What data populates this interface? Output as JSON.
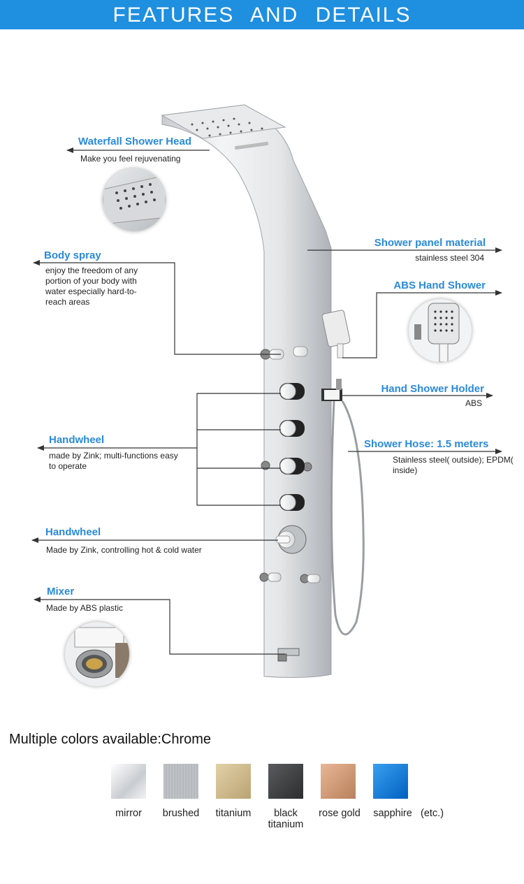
{
  "banner": {
    "title": "FEATURES AND DETAILS"
  },
  "callouts": {
    "waterfall": {
      "title": "Waterfall Shower Head",
      "desc": "Make you feel rejuvenating"
    },
    "body_spray": {
      "title": "Body spray",
      "desc": "enjoy the freedom of any portion of your body with water especially hard-to-reach areas"
    },
    "handwheel_1": {
      "title": "Handwheel",
      "desc": "made by Zink;  multi-functions easy to operate"
    },
    "handwheel_2": {
      "title": "Handwheel",
      "desc": "Made by Zink, controlling hot & cold water"
    },
    "mixer": {
      "title": "Mixer",
      "desc": "Made by ABS plastic"
    },
    "panel_material": {
      "title": "Shower panel material",
      "desc": "stainless steel 304"
    },
    "abs_hand_shower": {
      "title": "ABS Hand Shower"
    },
    "holder": {
      "title": "Hand Shower Holder",
      "desc": "ABS"
    },
    "hose": {
      "title": "Shower Hose: 1.5 meters",
      "desc": "Stainless steel( outside); EPDM( inside)"
    }
  },
  "colors": {
    "title": "Multiple colors available:Chrome",
    "etc": "(etc.)",
    "items": [
      {
        "label": "mirror",
        "color": "#e6e8ec"
      },
      {
        "label": "brushed",
        "color": "#b4b8bd"
      },
      {
        "label": "titanium",
        "color": "#cdb889"
      },
      {
        "label": "black titanium",
        "color": "#3d3e40"
      },
      {
        "label": "rose gold",
        "color": "#cf9a76"
      },
      {
        "label": "sapphire",
        "color": "#0a78d8"
      }
    ]
  }
}
